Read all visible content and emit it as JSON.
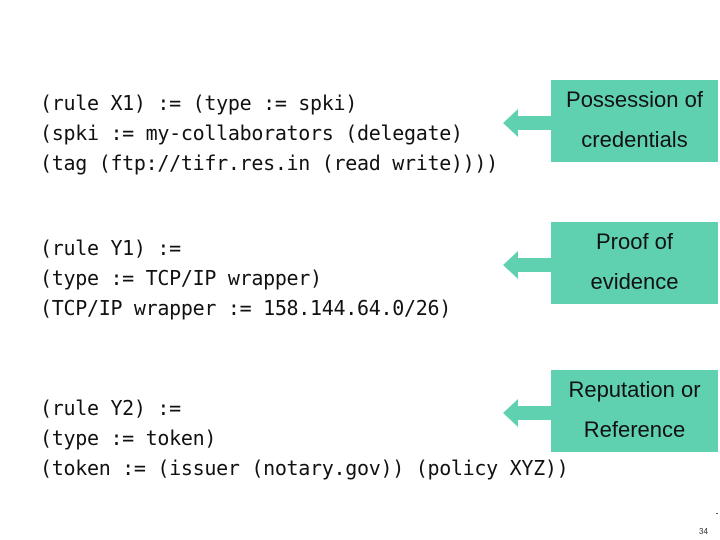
{
  "rules": [
    {
      "lines": [
        "(rule X1) := (type := spki)",
        "(spki := my-collaborators (delegate)",
        "(tag (ftp://tifr.res.in (read write))))"
      ]
    },
    {
      "lines": [
        "(rule Y1) :=",
        "(type := TCP/IP wrapper)",
        "(TCP/IP wrapper := 158.144.64.0/26)"
      ]
    },
    {
      "lines": [
        "(rule Y2) :=",
        "(type := token)",
        "(token := (issuer (notary.gov)) (policy XYZ))"
      ]
    }
  ],
  "callouts": [
    {
      "lines": [
        "Possession of",
        "credentials"
      ],
      "icon": "arrow-left-icon"
    },
    {
      "lines": [
        "Proof of",
        "evidence"
      ],
      "icon": "arrow-left-icon"
    },
    {
      "lines": [
        "Reputation or",
        "Reference"
      ],
      "icon": "arrow-left-icon"
    }
  ],
  "colors": {
    "callout_fill": "#5fd1b1",
    "text": "#111111"
  },
  "page_number": "34"
}
